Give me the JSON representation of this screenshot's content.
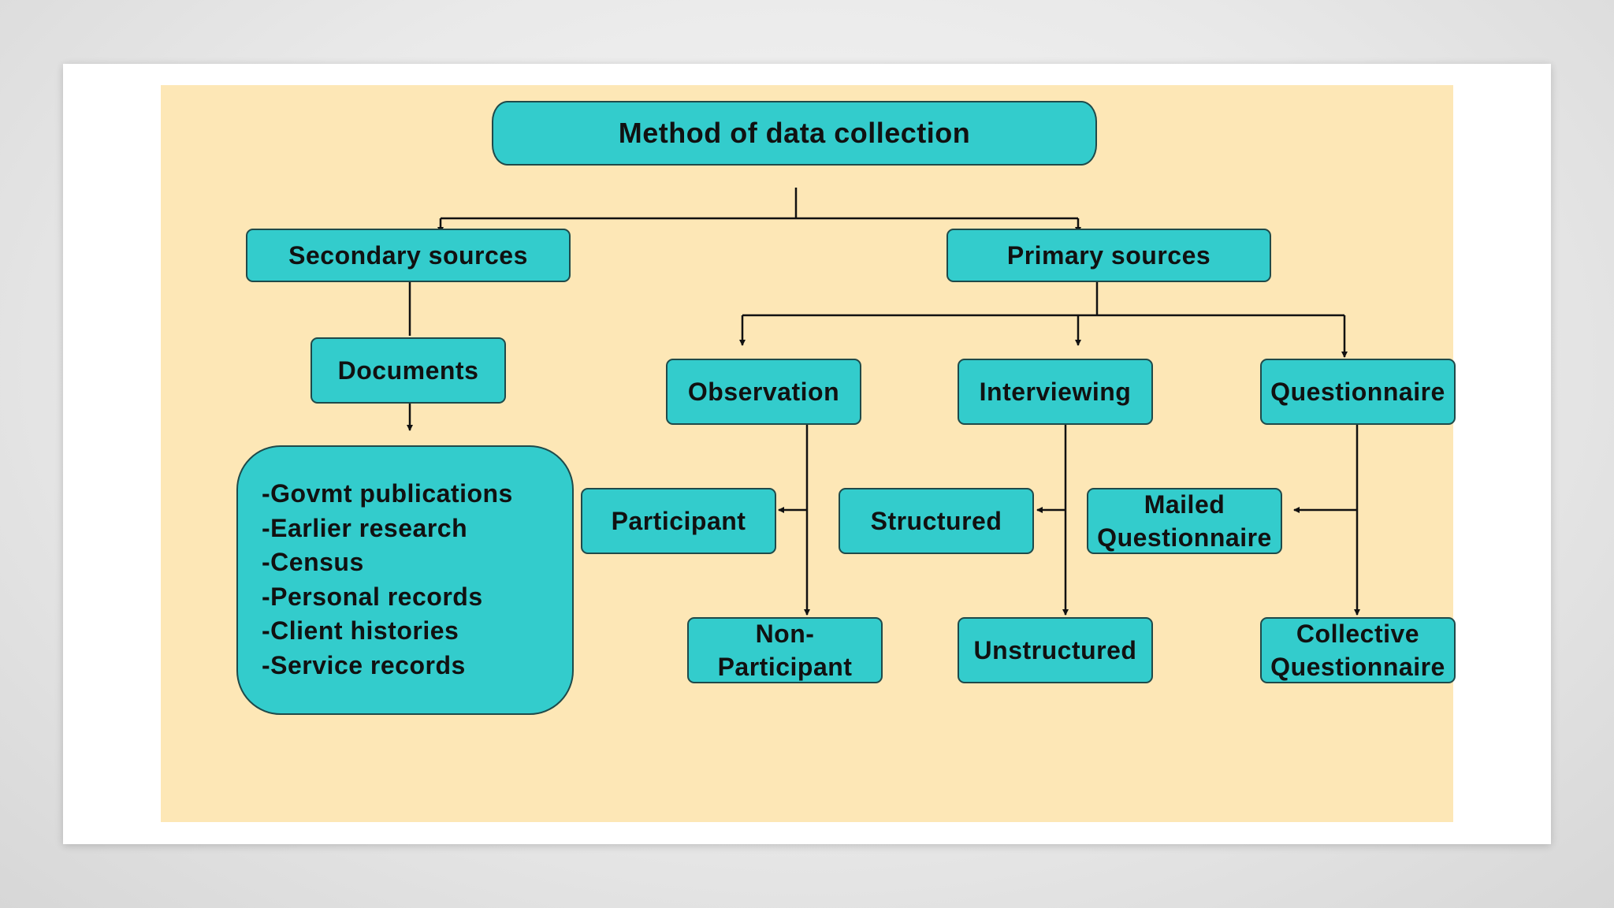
{
  "diagram": {
    "title": "Method of data collection",
    "secondary": {
      "label": "Secondary sources",
      "documents": "Documents",
      "items": [
        "-Govmt publications",
        "-Earlier research",
        "-Census",
        "-Personal records",
        "-Client histories",
        "-Service records"
      ]
    },
    "primary": {
      "label": "Primary sources",
      "observation": {
        "label": "Observation",
        "participant": "Participant",
        "non_participant": [
          "Non-",
          "Participant"
        ]
      },
      "interviewing": {
        "label": "Interviewing",
        "structured": "Structured",
        "unstructured": "Unstructured"
      },
      "questionnaire": {
        "label": "Questionnaire",
        "mailed": [
          "Mailed",
          "Questionnaire"
        ],
        "collective": [
          "Collective",
          "Questionnaire"
        ]
      }
    }
  },
  "colors": {
    "slide_background": "#ffffff",
    "panel_background": "#fde7b6",
    "node_fill": "#33cccc",
    "node_border": "#1f4a4a",
    "connector": "#111111"
  }
}
